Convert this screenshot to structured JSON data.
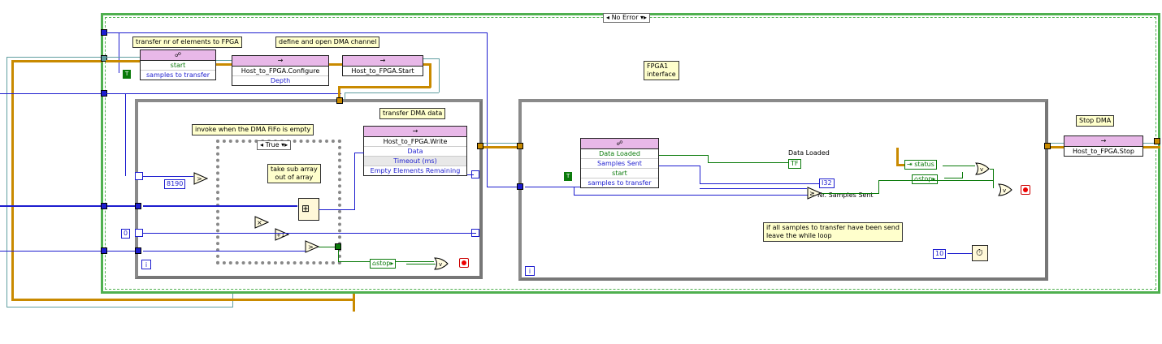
{
  "case_selector": {
    "value": "No Error"
  },
  "labels": {
    "transfer_nr": "transfer nr of elements to FPGA",
    "define_open": "define and open DMA channel",
    "invoke_empty": "invoke when the DMA FiFo is empty",
    "take_sub_1": "take sub array",
    "take_sub_2": "out of array",
    "transfer_dma": "transfer DMA data",
    "fpga_1": "FPGA1",
    "fpga_2": "interface",
    "all_samples_1": "if all samples to transfer have been send",
    "all_samples_2": "leave the while loop",
    "stop_dma": "Stop DMA"
  },
  "nodes": {
    "rw1": {
      "row1": "start",
      "row2": "samples to transfer"
    },
    "configure": {
      "title": "Host_to_FPGA.Configure",
      "row1": "Depth"
    },
    "start": {
      "title": "Host_to_FPGA.Start"
    },
    "write": {
      "title": "Host_to_FPGA.Write",
      "row1": "Data",
      "row2": "Timeout (ms)",
      "row3": "Empty Elements Remaining"
    },
    "rw2": {
      "row1": "Data Loaded",
      "row2": "Samples Sent",
      "row3": "start",
      "row4": "samples to transfer"
    },
    "stopnode": {
      "title": "Host_to_FPGA.Stop"
    },
    "status": {
      "title": "status"
    }
  },
  "inner_case": {
    "value": "True"
  },
  "constants": {
    "c8190": "8190",
    "c0": "0",
    "c10": "10",
    "true1": "T",
    "true2": "T"
  },
  "indicators": {
    "data_loaded_label": "Data Loaded",
    "data_loaded_term": "TF",
    "nr_sent_label": "Nr. Samples Sent",
    "nr_sent_term": "I32"
  },
  "stop_terms": {
    "s1": "stop",
    "s2": "stop"
  },
  "loop_idx": "i",
  "colors": {
    "int_wire": "#1d1dcf",
    "bool_wire": "#0a7a0a",
    "err_wire": "#c98a00",
    "ref_wire": "#5f9ea0",
    "case_border": "#4fb04f"
  }
}
